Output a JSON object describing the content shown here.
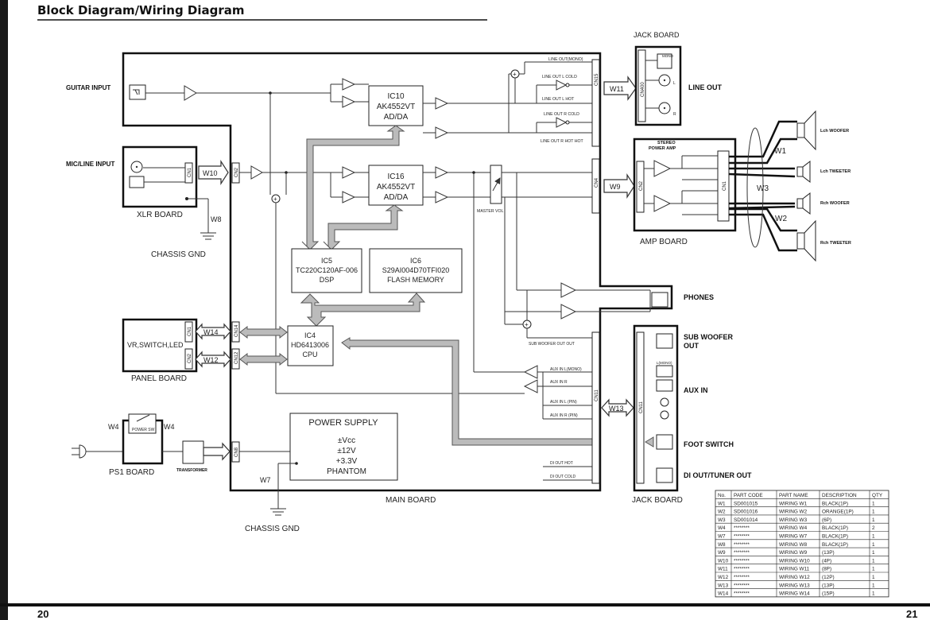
{
  "page_title": "Block Diagram/Wiring Diagram",
  "page_numbers": {
    "left": "20",
    "right": "21"
  },
  "main_board": {
    "label": "MAIN BOARD",
    "inputs": {
      "guitar": "GUITAR INPUT",
      "mic_line": "MIC/LINE INPUT"
    },
    "ics": {
      "ic10": {
        "name": "IC10",
        "part": "AK4552VT",
        "func": "AD/DA"
      },
      "ic16": {
        "name": "IC16",
        "part": "AK4552VT",
        "func": "AD/DA"
      },
      "ic5": {
        "name": "IC5",
        "part": "TC220C120AF-006",
        "func": "DSP"
      },
      "ic6": {
        "name": "IC6",
        "part": "S29AI004D70TFI020",
        "func": "FLASH MEMORY"
      },
      "ic4": {
        "name": "IC4",
        "part": "HD6413006",
        "func": "CPU"
      }
    },
    "power_supply": {
      "title": "POWER SUPPLY",
      "lines": [
        "±Vcc",
        "±12V",
        "+3.3V",
        "PHANTOM"
      ]
    },
    "connectors": {
      "cn15": "CN15",
      "cn4": "CN4",
      "cn2": "CN2",
      "cn14": "CN14",
      "cn12": "CN12",
      "cn8": "CN8",
      "cn11": "CN11"
    },
    "signals": {
      "line_out_mono": "LINE OUT(MONO)",
      "line_out_l_cold": "LINE OUT L COLD",
      "line_out_l_hot": "LINE OUT L HOT",
      "line_out_r_cold": "LINE OUT R COLD",
      "line_out_r_hot": "LINE OUT R HOT HOT",
      "master_vol": "MASTER VOL",
      "sub_woofer_out": "SUB WOOFER OUT OUT",
      "aux_in_l_mono": "AUX IN L(MONO)",
      "aux_in_r": "AUX IN R",
      "aux_in_l_pin": "AUX IN L (PIN)",
      "aux_in_r_pin": "AUX IN R (PIN)",
      "di_out_hot": "DI OUT HOT",
      "di_out_cold": "DI OUT COLD"
    }
  },
  "boards": {
    "xlr": {
      "label": "XLR BOARD",
      "connector": "CN1"
    },
    "panel": {
      "label": "PANEL BOARD",
      "desc": "VR,SWITCH,LED",
      "cn1": "CN1",
      "cn2": "CN2"
    },
    "ps1": {
      "label": "PS1 BOARD",
      "switch": "POWER SW"
    },
    "transformer": "TRANSFORMER",
    "jack_top": {
      "label": "JACK BOARD",
      "connector": "CN400",
      "mono": "MONO",
      "l": "L",
      "r": "R"
    },
    "amp": {
      "label": "AMP BOARD",
      "title1": "STEREO",
      "title2": "POWER AMP",
      "cn2": "CN2",
      "cn1": "CN1"
    },
    "jack_bottom": {
      "label": "JACK BOARD",
      "connector": "CN11",
      "lmono": "L(MONO)"
    }
  },
  "outputs": {
    "line_out": "LINE OUT",
    "phones": "PHONES",
    "sub_woofer_out_1": "SUB WOOFER",
    "sub_woofer_out_2": "OUT",
    "aux_in": "AUX IN",
    "foot_switch": "FOOT SWITCH",
    "di_out": "DI OUT/TUNER OUT"
  },
  "speakers": {
    "lch_woofer": "Lch WOOFER",
    "lch_tweeter": "Lch TWEETER",
    "rch_woofer": "Rch WOOFER",
    "rch_tweeter": "Rch TWEETER"
  },
  "wires": {
    "w1": "W1",
    "w2": "W2",
    "w3": "W3",
    "w4": "W4",
    "w7": "W7",
    "w8": "W8",
    "w9": "W9",
    "w10": "W10",
    "w11": "W11",
    "w12": "W12",
    "w13": "W13",
    "w14": "W14"
  },
  "ground": {
    "chassis_gnd": "CHASSIS GND"
  },
  "parts_table": {
    "headers": [
      "No.",
      "PART CODE",
      "PART NAME",
      "DESCRIPTION",
      "QTY"
    ],
    "rows": [
      [
        "W1",
        "SD001015",
        "WIRING W1",
        "BLACK(1P)",
        "1"
      ],
      [
        "W2",
        "SD001016",
        "WIRING W2",
        "ORANGE(1P)",
        "1"
      ],
      [
        "W3",
        "SD001014",
        "WIRING W3",
        "(6P)",
        "1"
      ],
      [
        "W4",
        "********",
        "WIRING W4",
        "BLACK(1P)",
        "2"
      ],
      [
        "W7",
        "********",
        "WIRING W7",
        "BLACK(1P)",
        "1"
      ],
      [
        "W8",
        "********",
        "WIRING W8",
        "BLACK(1P)",
        "1"
      ],
      [
        "W9",
        "********",
        "WIRING W9",
        "(13P)",
        "1"
      ],
      [
        "W10",
        "********",
        "WIRING W10",
        "(4P)",
        "1"
      ],
      [
        "W11",
        "********",
        "WIRING W11",
        "(8P)",
        "1"
      ],
      [
        "W12",
        "********",
        "WIRING W12",
        "(12P)",
        "1"
      ],
      [
        "W13",
        "********",
        "WIRING W13",
        "(13P)",
        "1"
      ],
      [
        "W14",
        "********",
        "WIRING W14",
        "(15P)",
        "1"
      ]
    ]
  }
}
